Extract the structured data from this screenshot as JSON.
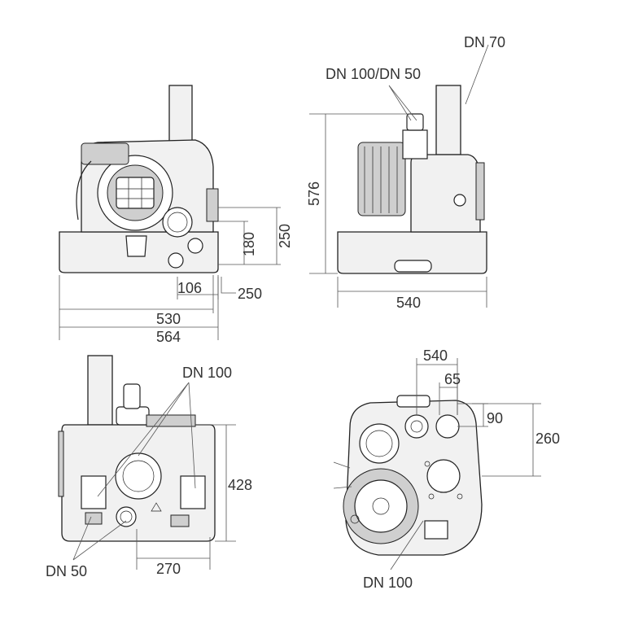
{
  "front_view": {
    "dim_106": "106",
    "dim_250_side": "250",
    "dim_180": "180",
    "dim_250_height": "250",
    "dim_530": "530",
    "dim_564": "564"
  },
  "side_view": {
    "label_dn70": "DN 70",
    "label_dn100_dn50": "DN 100/DN 50",
    "dim_576": "576",
    "dim_540": "540"
  },
  "rear_view": {
    "label_dn100": "DN 100",
    "label_dn50": "DN 50",
    "dim_428": "428",
    "dim_270": "270"
  },
  "top_view": {
    "dim_540": "540",
    "dim_65": "65",
    "dim_90": "90",
    "dim_260": "260",
    "label_dn100": "DN 100"
  }
}
